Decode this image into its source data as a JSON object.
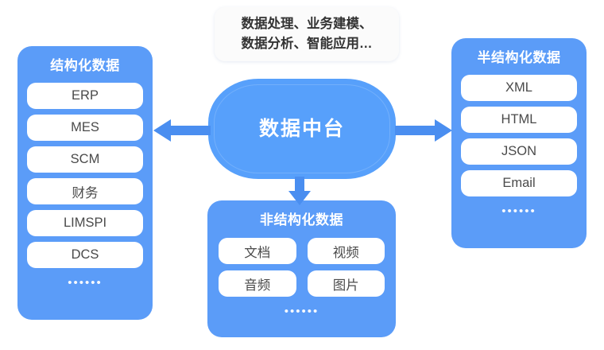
{
  "diagram": {
    "hub": {
      "label": "数据中台"
    },
    "callout": {
      "line1": "数据处理、业务建模、",
      "line2": "数据分析、智能应用…"
    },
    "left_panel": {
      "title": "结构化数据",
      "items": [
        "ERP",
        "MES",
        "SCM",
        "财务",
        "LIMSPI",
        "DCS"
      ],
      "more": "••••••"
    },
    "right_panel": {
      "title": "半结构化数据",
      "items": [
        "XML",
        "HTML",
        "JSON",
        "Email"
      ],
      "more": "••••••"
    },
    "bottom_panel": {
      "title": "非结构化数据",
      "items": [
        "文档",
        "视频",
        "音频",
        "图片"
      ],
      "more": "••••••"
    },
    "arrows": [
      {
        "name": "arrow-to-structured",
        "direction": "left"
      },
      {
        "name": "arrow-to-semistructured",
        "direction": "right"
      },
      {
        "name": "arrow-to-unstructured",
        "direction": "down"
      }
    ],
    "colors": {
      "panel_blue": "#5b9cf8",
      "hub_blue": "#57a0fb",
      "arrow_blue": "#4a8ef0",
      "pill_white": "#ffffff",
      "text_dark": "#4a4a4a",
      "background": "#ffffff"
    }
  }
}
